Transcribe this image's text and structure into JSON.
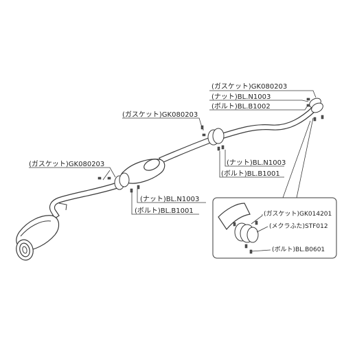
{
  "labels": {
    "top_gasket": "(ガスケット)GK080203",
    "top_nut": "(ナット)BL.N1003",
    "top_bolt": "(ボルト)BL.B1002",
    "mid_gasket": "(ガスケット)GK080203",
    "mid_nut": "(ナット)BL.N1003",
    "mid_bolt": "(ボルト)BL.B1001",
    "left_gasket": "(ガスケット)GK080203",
    "low_nut": "(ナット)BL.N1003",
    "low_bolt": "(ボルト)BL.B1001",
    "inset_gasket": "(ガスケット)GK014201",
    "inset_cap": "(メクラふた)STF012",
    "inset_bolt": "(ボルト)BL.B0601"
  },
  "colors": {
    "line": "#3a3a3a",
    "text": "#222222",
    "background": "#ffffff"
  }
}
